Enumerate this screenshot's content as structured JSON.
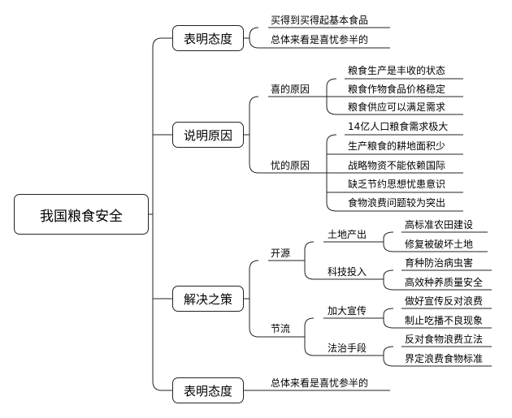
{
  "root": "我国粮食安全",
  "s1": {
    "title": "表明态度",
    "items": [
      "买得到买得起基本食品",
      "总体来看是喜忧参半的"
    ]
  },
  "s2": {
    "title": "说明原因",
    "xi": {
      "label": "喜的原因",
      "items": [
        "粮食生产是丰收的状态",
        "粮食作物食品价格稳定",
        "粮食供应可以满足需求"
      ]
    },
    "you": {
      "label": "忧的原因",
      "items": [
        "14亿人口粮食需求极大",
        "生产粮食的耕地面积少",
        "战略物资不能依赖国际",
        "缺乏节约思想忧患意识",
        "食物浪费问题较为突出"
      ]
    }
  },
  "s3": {
    "title": "解决之策",
    "kaiyuan": {
      "label": "开源",
      "tudi": {
        "label": "土地产出",
        "items": [
          "高标准农田建设",
          "修复被破坏土地"
        ]
      },
      "keji": {
        "label": "科技投入",
        "items": [
          "育种防治病虫害",
          "高效种养质量安全"
        ]
      }
    },
    "jieliu": {
      "label": "节流",
      "xuanchuan": {
        "label": "加大宣传",
        "items": [
          "做好宣传反对浪费",
          "制止吃播不良现象"
        ]
      },
      "fazhi": {
        "label": "法治手段",
        "items": [
          "反对食物浪费立法",
          "界定浪费食物标准"
        ]
      }
    }
  },
  "s4": {
    "title": "表明态度",
    "items": [
      "总体来看是喜忧参半的"
    ]
  }
}
